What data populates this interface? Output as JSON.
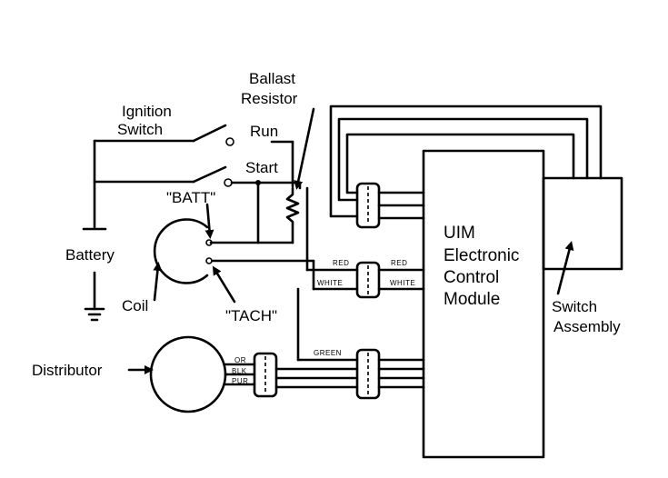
{
  "labels": {
    "ballast_line1": "Ballast",
    "ballast_line2": "Resistor",
    "ignition_line1": "Ignition",
    "ignition_line2": "Switch",
    "run": "Run",
    "start": "Start",
    "batt": "\"BATT\"",
    "battery": "Battery",
    "coil": "Coil",
    "tach": "\"TACH\"",
    "distributor": "Distributor",
    "module_line1": "UIM",
    "module_line2": "Electronic",
    "module_line3": "Control",
    "module_line4": "Module",
    "switch_line1": "Switch",
    "switch_line2": "Assembly"
  },
  "wire_labels": {
    "red_left": "RED",
    "red_right": "RED",
    "white_left": "WHITE",
    "white_right": "WHITE",
    "green": "GREEN",
    "or": "OR",
    "blk": "BLK",
    "pur": "PUR"
  }
}
